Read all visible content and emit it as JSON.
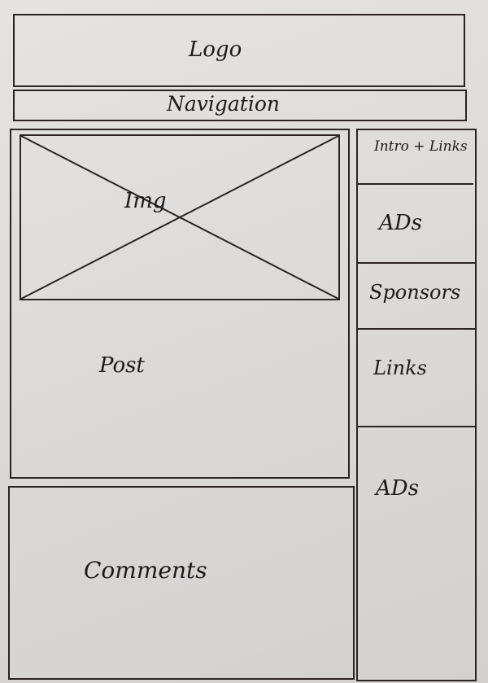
{
  "header": {
    "logo_label": "Logo",
    "navigation_label": "Navigation"
  },
  "main": {
    "image_label": "Img",
    "post_label": "Post",
    "comments_label": "Comments"
  },
  "sidebar": {
    "intro_links_label": "Intro + Links",
    "ads_top_label": "ADs",
    "sponsors_label": "Sponsors",
    "links_label": "Links",
    "ads_bottom_label": "ADs"
  },
  "colors": {
    "ink": "#2a2424",
    "paper": "#dcdad8"
  }
}
